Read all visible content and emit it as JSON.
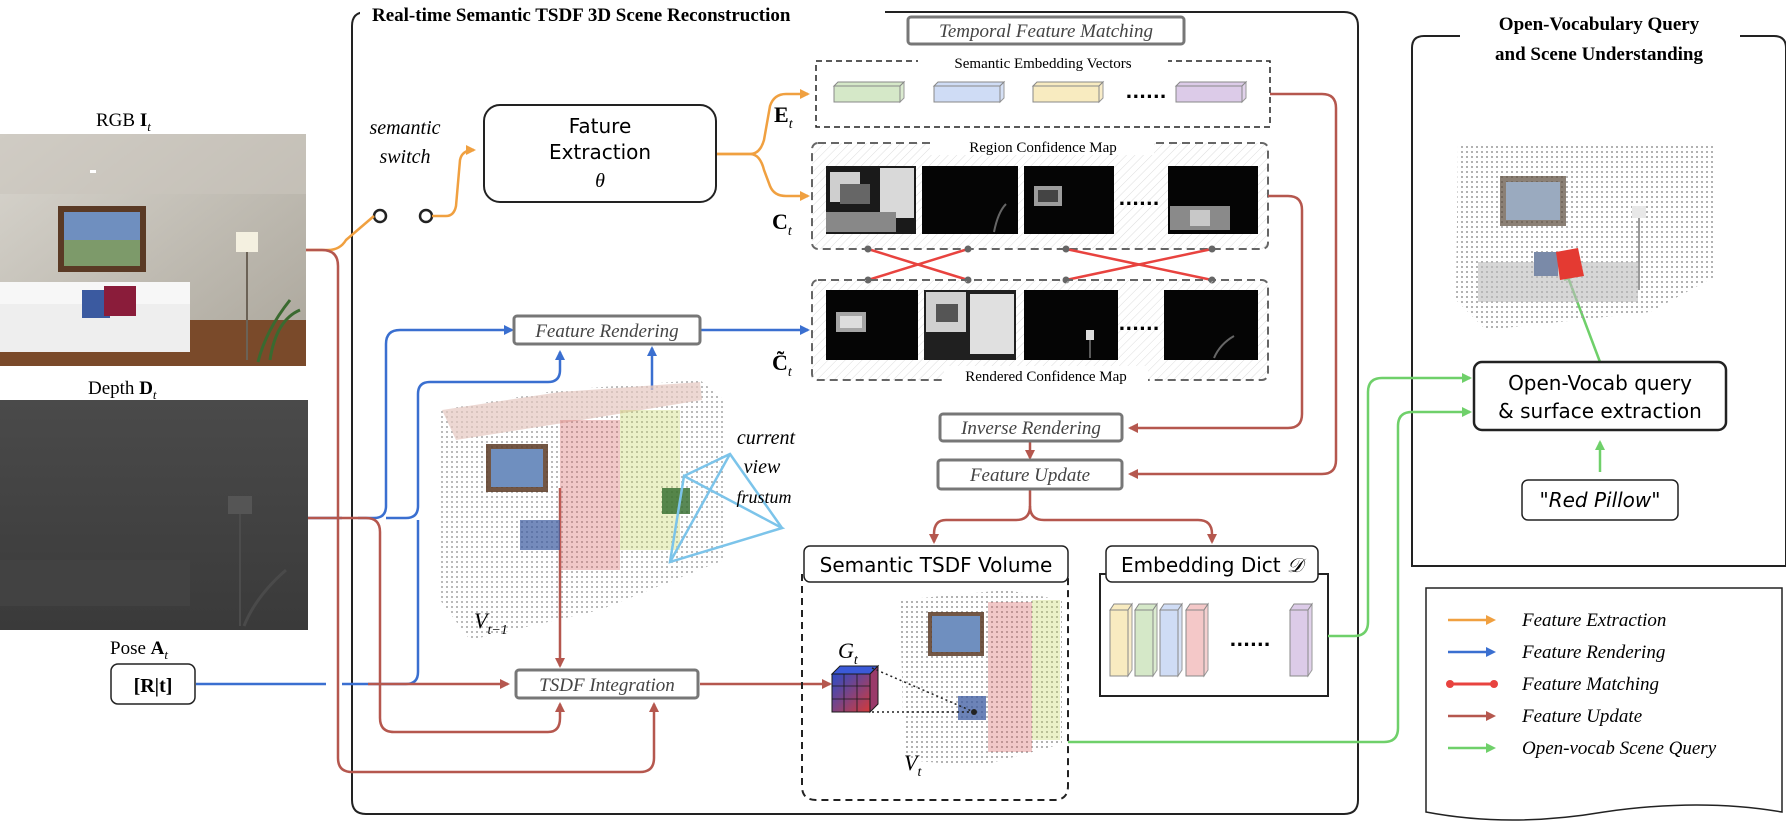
{
  "main_title": "Real-time Semantic TSDF 3D Scene Reconstruction",
  "right_title_line1": "Open-Vocabulary Query",
  "right_title_line2": "and Scene Understanding",
  "inputs": {
    "rgb_label": "RGB",
    "rgb_symbol": "I",
    "rgb_sub": "t",
    "depth_label": "Depth",
    "depth_symbol": "D",
    "depth_sub": "t",
    "pose_label": "Pose",
    "pose_symbol": "A",
    "pose_sub": "t",
    "pose_matrix": "[R|t]"
  },
  "switch_line1": "semantic",
  "switch_line2": "switch",
  "feature_extraction": {
    "line1": "Fature",
    "line2": "Extraction",
    "line3": "θ"
  },
  "temporal_matching": "Temporal Feature Matching",
  "semantic_embedding_vectors": "Semantic Embedding Vectors",
  "region_confidence_map": "Region Confidence Map",
  "rendered_confidence_map": "Rendered Confidence Map",
  "dots": "......",
  "symbols": {
    "E": "E",
    "E_sub": "t",
    "C": "C",
    "C_sub": "t",
    "Ct": "C̃",
    "Ct_sub": "t",
    "V_prev": "V",
    "V_prev_sub": "t−1",
    "V": "V",
    "V_sub": "t",
    "G": "G",
    "G_sub": "t"
  },
  "feature_rendering": "Feature Rendering",
  "inverse_rendering": "Inverse Rendering",
  "feature_update": "Feature Update",
  "tsdf_integration": "TSDF Integration",
  "semantic_tsdf_volume": "Semantic TSDF Volume",
  "embedding_dict": "Embedding Dict",
  "embedding_dict_symbol": "𝒟",
  "frustum_line1": "current",
  "frustum_line2": "view",
  "frustum_line3": "frustum",
  "query_line1": "Open-Vocab query",
  "query_line2": "& surface extraction",
  "query_text": "\"Red Pillow\"",
  "legend": [
    {
      "label": "Feature Extraction",
      "color": "#f0a040"
    },
    {
      "label": "Feature Rendering",
      "color": "#3a6fd0"
    },
    {
      "label": "Feature Matching",
      "color": "#e8433f"
    },
    {
      "label": "Feature Update",
      "color": "#b5574e"
    },
    {
      "label": "Open-vocab Scene Query",
      "color": "#6fd06a"
    }
  ],
  "colors": {
    "orange": "#f0a040",
    "blue": "#3a6fd0",
    "red": "#e8433f",
    "brown": "#b5574e",
    "green": "#6fd06a"
  },
  "embedding_colors": [
    "#d5e8c8",
    "#cfdcf5",
    "#f8ebc0",
    "#dccbe8"
  ],
  "dict_colors": [
    "#f8ebc0",
    "#d5e8c8",
    "#cfdcf5",
    "#f4c8c8",
    "#dccbe8"
  ]
}
